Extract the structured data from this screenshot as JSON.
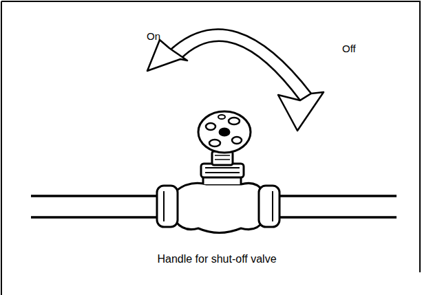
{
  "diagram": {
    "caption": "Handle for shut-off valve",
    "labels": [
      "On",
      "Off"
    ]
  }
}
